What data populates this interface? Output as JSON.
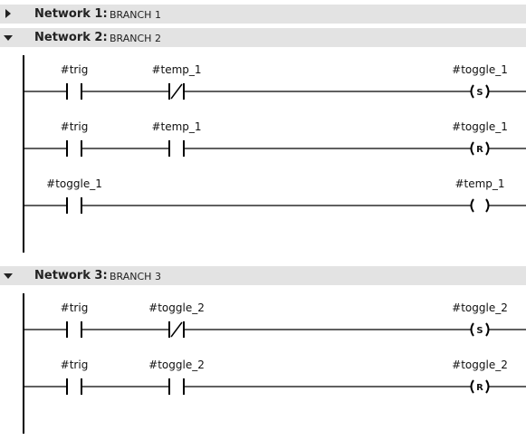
{
  "networks": [
    {
      "title": "Network 1:",
      "comment": "BRANCH 1",
      "expanded": false,
      "rungs": []
    },
    {
      "title": "Network 2:",
      "comment": "BRANCH 2",
      "expanded": true,
      "rungs": [
        {
          "contacts": [
            {
              "label": "#trig",
              "type": "NO"
            },
            {
              "label": "#temp_1",
              "type": "NC"
            }
          ],
          "coil": {
            "label": "#toggle_1",
            "type": "S"
          }
        },
        {
          "contacts": [
            {
              "label": "#trig",
              "type": "NO"
            },
            {
              "label": "#temp_1",
              "type": "NO"
            }
          ],
          "coil": {
            "label": "#toggle_1",
            "type": "R"
          }
        },
        {
          "contacts": [
            {
              "label": "#toggle_1",
              "type": "NO"
            }
          ],
          "coil": {
            "label": "#temp_1",
            "type": ""
          }
        }
      ]
    },
    {
      "title": "Network 3:",
      "comment": "BRANCH 3",
      "expanded": true,
      "rungs": [
        {
          "contacts": [
            {
              "label": "#trig",
              "type": "NO"
            },
            {
              "label": "#toggle_2",
              "type": "NC"
            }
          ],
          "coil": {
            "label": "#toggle_2",
            "type": "S"
          }
        },
        {
          "contacts": [
            {
              "label": "#trig",
              "type": "NO"
            },
            {
              "label": "#toggle_2",
              "type": "NO"
            }
          ],
          "coil": {
            "label": "#toggle_2",
            "type": "R"
          }
        }
      ]
    }
  ]
}
